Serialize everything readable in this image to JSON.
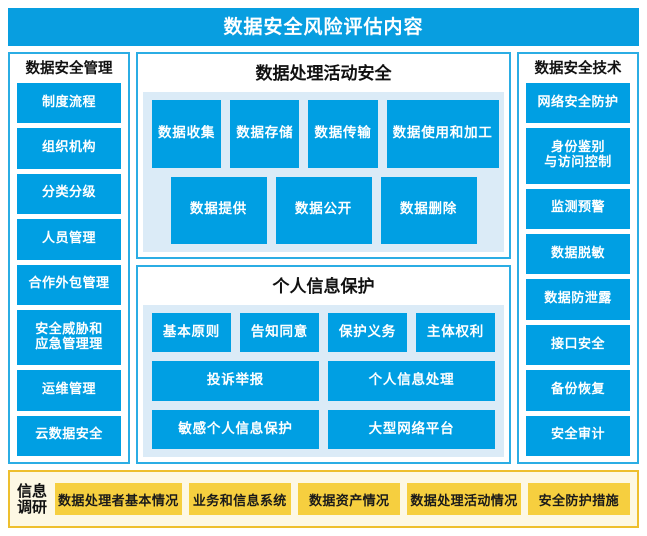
{
  "header": {
    "title": "数据安全风险评估内容",
    "background_color": "#089EE0",
    "text_color": "#FFFFFF"
  },
  "theme": {
    "accent_blue": "#009FE3",
    "border_blue": "#2BADE4",
    "inner_panel_blue": "#DBEBF7",
    "accent_yellow": "#F6CF3F",
    "border_yellow": "#EEBF2E",
    "survey_background": "#FDF8E4"
  },
  "left_column": {
    "heading": "数据安全管理",
    "items": [
      {
        "label": "制度流程"
      },
      {
        "label": "组织机构"
      },
      {
        "label": "分类分级"
      },
      {
        "label": "人员管理"
      },
      {
        "label": "合作外包管理"
      },
      {
        "label": "安全威胁和\n应急管理理"
      },
      {
        "label": "运维管理"
      },
      {
        "label": "云数据安全"
      }
    ]
  },
  "center_column": {
    "panels": [
      {
        "heading": "数据处理活动安全",
        "rows": [
          {
            "layout": "stretch",
            "items": [
              {
                "label": "数据收集"
              },
              {
                "label": "数据存储"
              },
              {
                "label": "数据传输"
              },
              {
                "label": "数据使用和加工"
              }
            ]
          },
          {
            "layout": "centered",
            "items": [
              {
                "label": "数据提供"
              },
              {
                "label": "数据公开"
              },
              {
                "label": "数据删除"
              }
            ]
          }
        ]
      },
      {
        "heading": "个人信息保护",
        "rows": [
          {
            "layout": "stretch",
            "items": [
              {
                "label": "基本原则"
              },
              {
                "label": "告知同意"
              },
              {
                "label": "保护义务"
              },
              {
                "label": "主体权利"
              }
            ]
          },
          {
            "layout": "stretch",
            "items": [
              {
                "label": "投诉举报"
              },
              {
                "label": "个人信息处理"
              }
            ]
          },
          {
            "layout": "stretch",
            "items": [
              {
                "label": "敏感个人信息保护"
              },
              {
                "label": "大型网络平台"
              }
            ]
          }
        ]
      }
    ]
  },
  "right_column": {
    "heading": "数据安全技术",
    "items": [
      {
        "label": "网络安全防护"
      },
      {
        "label": "身份鉴别\n与访问控制"
      },
      {
        "label": "监测预警"
      },
      {
        "label": "数据脱敏"
      },
      {
        "label": "数据防泄露"
      },
      {
        "label": "接口安全"
      },
      {
        "label": "备份恢复"
      },
      {
        "label": "安全审计"
      }
    ]
  },
  "survey_bar": {
    "label": "信息\n调研",
    "items": [
      {
        "label": "数据处理者基本情况"
      },
      {
        "label": "业务和信息系统"
      },
      {
        "label": "数据资产情况"
      },
      {
        "label": "数据处理活动情况"
      },
      {
        "label": "安全防护措施"
      }
    ]
  }
}
